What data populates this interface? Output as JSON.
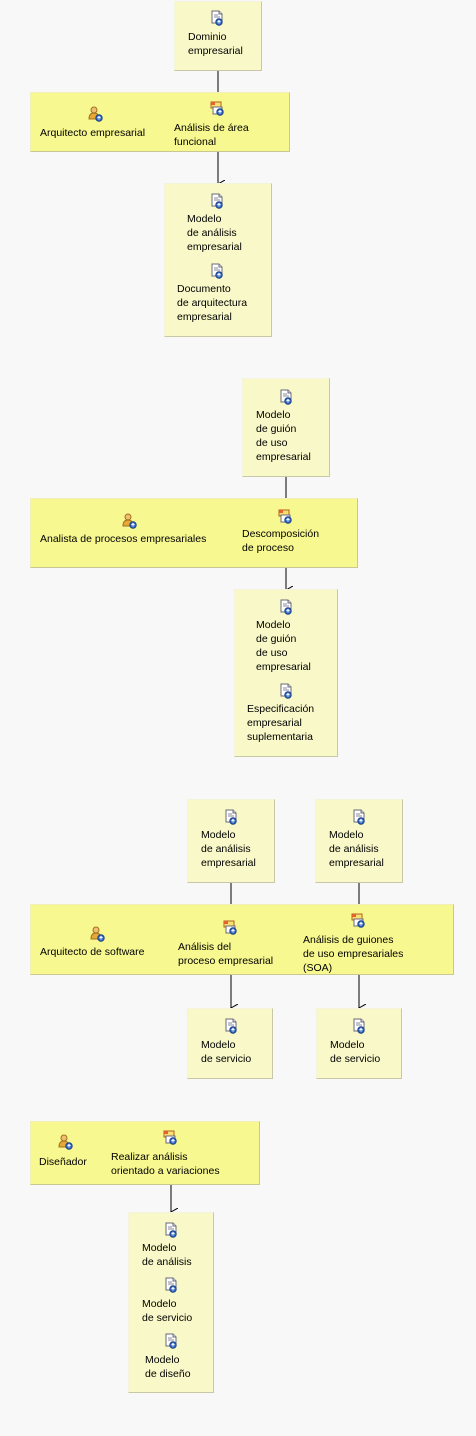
{
  "diagrams": [
    {
      "inputs": [
        {
          "label": "Dominio\nempresarial"
        }
      ],
      "role": "Arquitecto empresarial",
      "tasks": [
        {
          "label": "Análisis de área\nfuncional"
        }
      ],
      "outputs": [
        {
          "label": "Modelo\nde análisis\nempresarial"
        },
        {
          "label": "Documento\nde arquitectura\nempresarial"
        }
      ]
    },
    {
      "inputs": [
        {
          "label": "Modelo\nde guión\nde uso\nempresarial"
        }
      ],
      "role": "Analista de procesos empresariales",
      "tasks": [
        {
          "label": "Descomposición\nde proceso"
        }
      ],
      "outputs": [
        {
          "label": "Modelo\nde guión\nde uso\nempresarial"
        },
        {
          "label": "Especificación\nempresarial\nsuplementaria"
        }
      ]
    },
    {
      "inputs": [
        {
          "label": "Modelo\nde análisis\nempresarial"
        },
        {
          "label": "Modelo\nde análisis\nempresarial"
        }
      ],
      "role": "Arquitecto de software",
      "tasks": [
        {
          "label": "Análisis del\nproceso empresarial"
        },
        {
          "label": "Análisis de guiones\nde uso empresariales\n(SOA)"
        }
      ],
      "outputs": [
        {
          "label": "Modelo\nde servicio"
        },
        {
          "label": "Modelo\nde servicio"
        }
      ]
    },
    {
      "inputs": [],
      "role": "Diseñador",
      "tasks": [
        {
          "label": "Realizar análisis\norientado a variaciones"
        }
      ],
      "outputs": [
        {
          "label": "Modelo\nde análisis"
        },
        {
          "label": "Modelo\nde servicio"
        },
        {
          "label": "Modelo\nde diseño"
        }
      ]
    }
  ],
  "icons": {
    "role": "role-icon",
    "task": "task-icon",
    "artifact": "artifact-icon"
  }
}
